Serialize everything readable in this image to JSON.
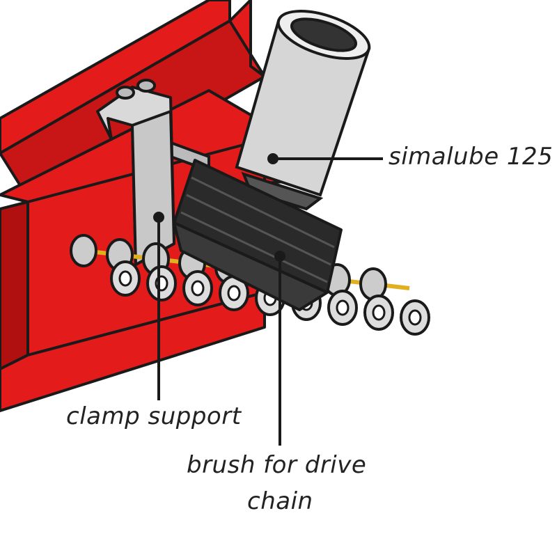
{
  "labels": {
    "lubricator": "simalube 125",
    "clamp": "clamp support",
    "brush_line1": "brush for drive",
    "brush_line2": "chain"
  },
  "colors": {
    "frame": "#e31b1b",
    "frame_dark": "#b01010",
    "outline": "#1a1a1a",
    "metal": "#d9d9d9",
    "brush": "#2a2a2a",
    "bristles": "#e0b020"
  }
}
